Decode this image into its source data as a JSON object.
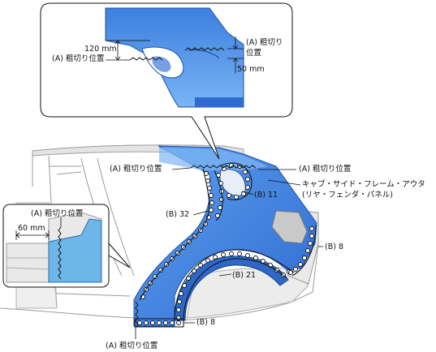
{
  "callouts": {
    "top_left_cut": "(A) 粗切り位置",
    "top_right_cut": "(A) 粗切り位置",
    "right_panel_line1": "キャブ・サイド・フレーム・アウタ",
    "right_panel_line2": "(リヤ・フェンダ・パネル)",
    "b11": "(B) 11",
    "b32": "(B) 32",
    "b8_right": "(B) 8",
    "b21": "(B) 21",
    "b8_bottom": "(B) 8",
    "bottom_cut": "(A) 粗切り位置"
  },
  "detail_top": {
    "dim_120": "120 mm",
    "cut_left": "(A) 粗切り位置",
    "cut_right_line1": "(A) 粗切り",
    "cut_right_line2": "位置",
    "dim_50": "50 mm"
  },
  "detail_left": {
    "cut": "(A) 粗切り位置",
    "dim_60": "60 mm"
  },
  "colors": {
    "panel_blue": "#3a78d8",
    "panel_blue_light": "#6aa8f0",
    "inset_blue": "#6fb6e8",
    "line": "#111111"
  }
}
